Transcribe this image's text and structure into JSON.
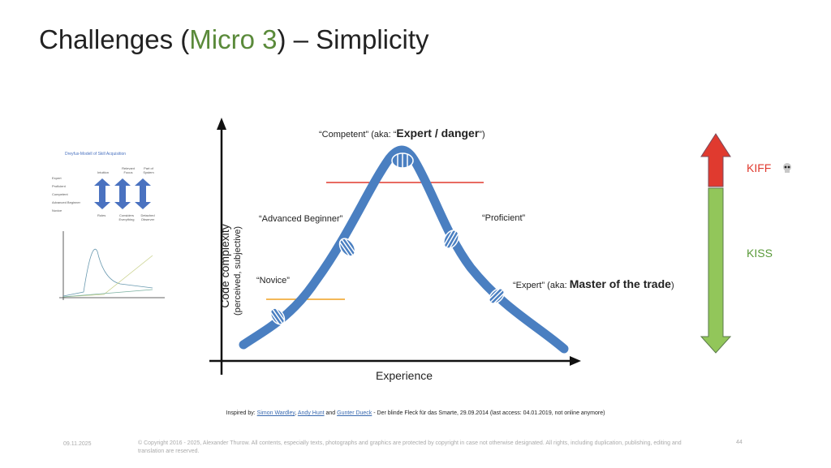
{
  "title": {
    "prefix": "Challenges (",
    "accent": "Micro 3",
    "suffix": ") – Simplicity"
  },
  "colors": {
    "accent": "#5a8a3a",
    "curve": "#4a7fc1",
    "kiff": "#e03a2f",
    "kiss": "#92c65a",
    "orange_line": "#f0a020",
    "red_line": "#e03a2f"
  },
  "thumbnail": {
    "title": "Dreyfus-Modell of Skill Acquisition",
    "levels": [
      "Expert",
      "Proficient",
      "Competent",
      "Advanced Beginner",
      "Novice"
    ],
    "arrow_tops": [
      "Intuition",
      "Relevant Focus",
      "Part of System"
    ],
    "arrow_bottoms": [
      "Rules",
      "Considers Everything",
      "Detached Observer"
    ]
  },
  "diagram": {
    "y_axis_label": "Code complexity",
    "y_axis_sublabel": "(perceived, subjective)",
    "x_axis_label": "Experience",
    "stages": {
      "novice": "“Novice”",
      "advanced_beginner": "“Advanced Beginner”",
      "competent_prefix": "“Competent” (aka: “",
      "competent_bold": "Expert / danger",
      "competent_suffix": "”)",
      "proficient": "“Proficient”",
      "expert_prefix": "“Expert” (aka: ",
      "expert_bold": "Master of the trade",
      "expert_suffix": ")"
    }
  },
  "scale": {
    "kiff": "KIFF",
    "kiss": "KISS",
    "skull_icon": "skull-icon"
  },
  "credits": {
    "prefix": "Inspired by: ",
    "link1": "Simon Wardley",
    "sep1": ", ",
    "link2": "Andy Hunt",
    "sep2": " and ",
    "link3": "Gunter Dueck",
    "suffix": " - Der blinde Fleck für das Smarte, 29.09.2014 (last access: 04.01.2019, not online anymore)"
  },
  "footer": {
    "date": "09.11.2025",
    "copyright": "© Copyright 2016 - 2025, Alexander Thurow. All contents, especially texts, photographs and graphics are protected by copyright in case not otherwise designated. All rights, including duplication, publishing, editing and translation are reserved.",
    "page": "44"
  }
}
